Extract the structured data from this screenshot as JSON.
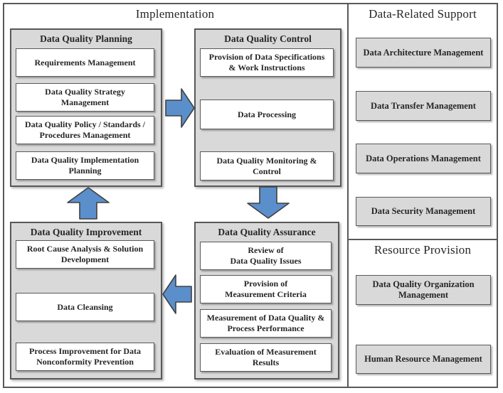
{
  "implementation": {
    "title": "Implementation",
    "groups": [
      {
        "title": "Data Quality Planning",
        "items": [
          "Requirements Management",
          "Data Quality Strategy\nManagement",
          "Data Quality Policy / Standards /\nProcedures Management",
          "Data Quality Implementation\nPlanning"
        ]
      },
      {
        "title": "Data Quality Control",
        "items": [
          "Provision of Data Specifications\n& Work Instructions",
          "Data Processing",
          "Data Quality Monitoring  &\nControl"
        ]
      },
      {
        "title": "Data Quality Improvement",
        "items": [
          "Root Cause Analysis & Solution\nDevelopment",
          "Data Cleansing",
          "Process Improvement for Data\nNonconformity Prevention"
        ]
      },
      {
        "title": "Data Quality Assurance",
        "items": [
          "Review of\nData Quality Issues",
          "Provision of\nMeasurement Criteria",
          "Measurement of Data Quality &\nProcess Performance",
          "Evaluation of Measurement\nResults"
        ]
      }
    ]
  },
  "support": {
    "title": "Data-Related Support",
    "items": [
      "Data Architecture Management",
      "Data Transfer Management",
      "Data Operations Management",
      "Data Security Management"
    ]
  },
  "resource": {
    "title": "Resource Provision",
    "items": [
      "Data Quality Organization\nManagement",
      "Human Resource  Management"
    ]
  },
  "arrows": [
    {
      "name": "planning-to-control",
      "direction": "right"
    },
    {
      "name": "control-to-assurance",
      "direction": "down"
    },
    {
      "name": "assurance-to-improvement",
      "direction": "left"
    },
    {
      "name": "improvement-to-planning",
      "direction": "up"
    }
  ],
  "colors": {
    "group_fill": "#d9d9d9",
    "box_fill": "#ffffff",
    "support_box_fill": "#d9d9d9",
    "border": "#595959",
    "arrow_fill": "#5b8fcb",
    "arrow_stroke": "#404040",
    "text": "#262626"
  }
}
